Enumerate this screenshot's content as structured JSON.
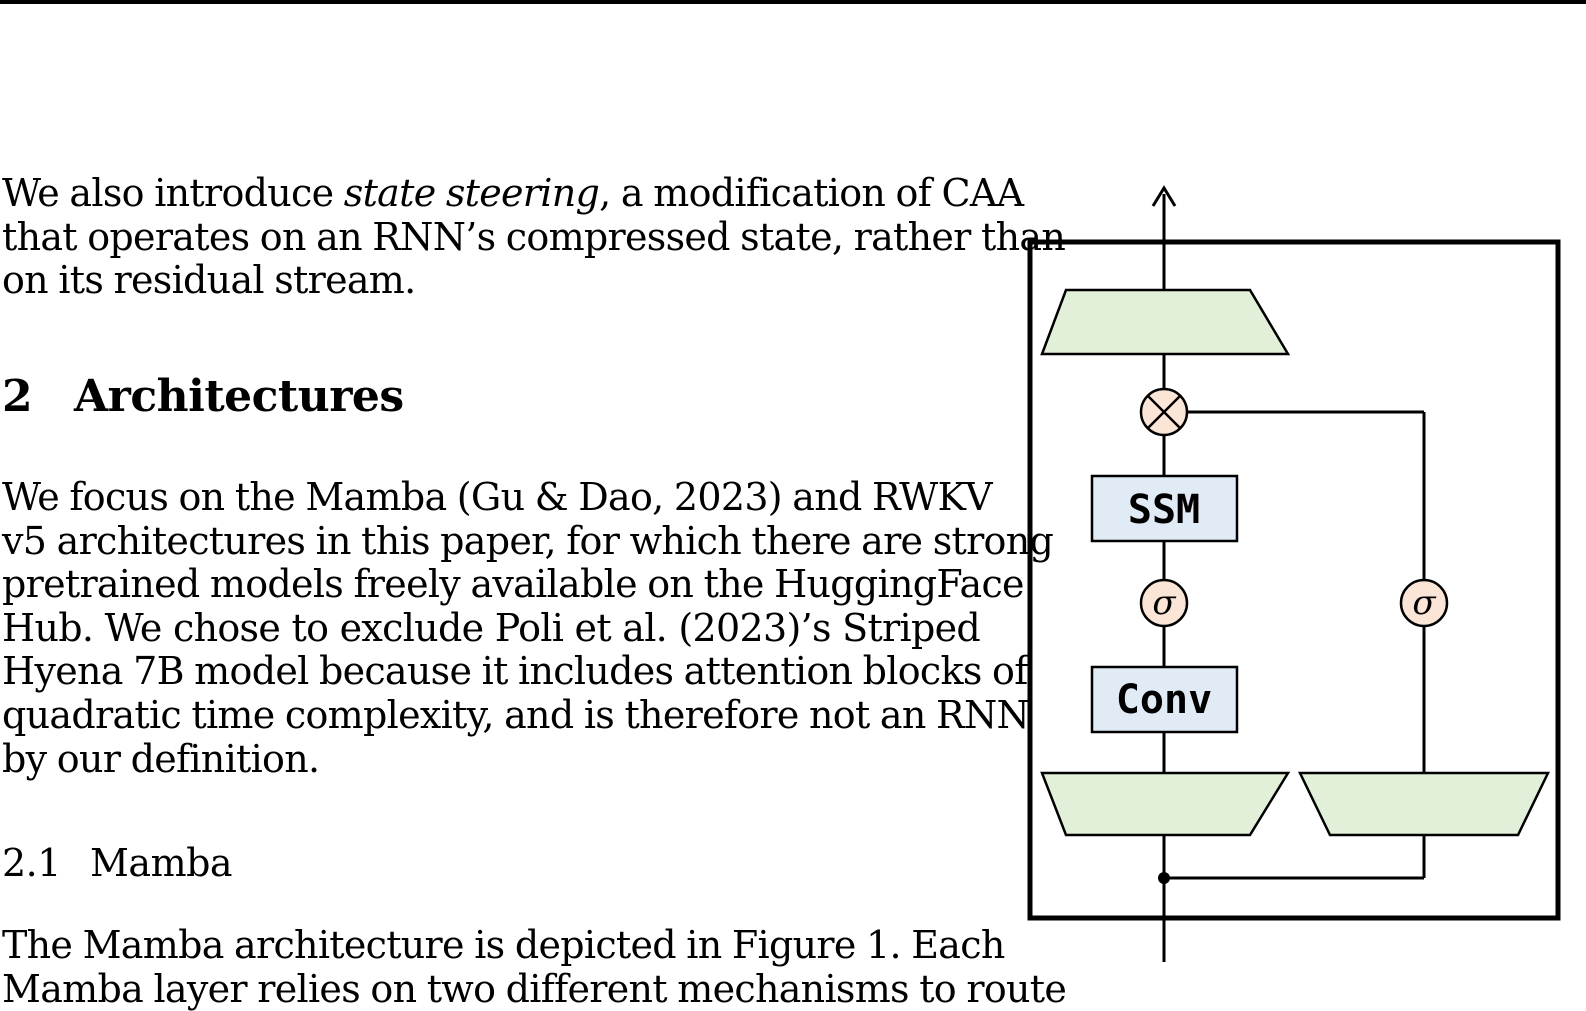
{
  "intro": {
    "lines": [
      {
        "pre": "We also introduce ",
        "em": "state steering",
        "post": ", a modification of CAA"
      },
      {
        "text": "that operates on an RNN’s compressed state, rather than"
      },
      {
        "text": "on its residual stream."
      }
    ]
  },
  "section": {
    "number": "2",
    "title": "Architectures",
    "paragraph": [
      "We focus on the Mamba (Gu & Dao, 2023) and RWKV",
      "v5 architectures in this paper, for which there are strong",
      "pretrained models freely available on the HuggingFace",
      "Hub.  We chose to exclude Poli et al. (2023)’s Striped",
      "Hyena 7B model because it includes attention blocks of",
      "quadratic time complexity, and is therefore not an RNN",
      "by our definition."
    ]
  },
  "subsection": {
    "number": "2.1",
    "title": "Mamba",
    "paragraph": [
      "The Mamba architecture is depicted in Figure 1.  Each",
      "Mamba layer relies on two different mechanisms to route"
    ]
  },
  "figure": {
    "ssm_label": "SSM",
    "conv_label": "Conv",
    "sigma_left": "σ",
    "sigma_right": "σ",
    "multiply_symbol": "⊗",
    "colors": {
      "projection_fill": "#e2efd9",
      "block_fill": "#e1ebf5",
      "sigma_fill": "#fbe5d6",
      "stroke": "#000000"
    }
  }
}
